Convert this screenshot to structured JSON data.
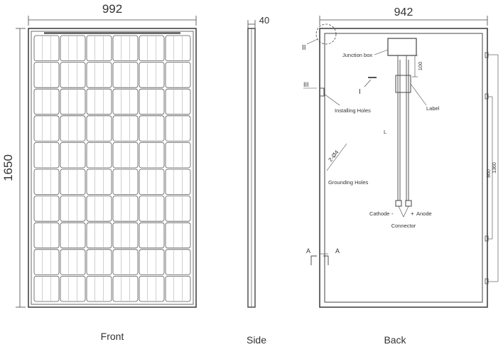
{
  "front": {
    "width": "992",
    "height": "1650",
    "caption": "Front",
    "grid": {
      "cols": 6,
      "rows": 10
    }
  },
  "side": {
    "thickness": "40",
    "caption": "Side"
  },
  "back": {
    "width": "942",
    "caption": "Back",
    "labels": {
      "junction_box": "Junction box",
      "dim_100": "100",
      "label_marker": "I",
      "label_text": "Label",
      "installing_marker": "III",
      "installing_holes": "Installing Holes",
      "detail_marker": "II",
      "grounding_dim": "2-Ø4",
      "grounding_holes": "Grounding Holes",
      "cable_length": "L",
      "cathode": "Cathode",
      "minus": "-",
      "plus": "+",
      "anode": "Anode",
      "connector": "Connector",
      "dim_860": "860",
      "dim_1360": "1360",
      "section_a_left": "A",
      "section_a_right": "A"
    }
  },
  "colors": {
    "line": "#444444",
    "text": "#333333",
    "background": "#ffffff"
  }
}
